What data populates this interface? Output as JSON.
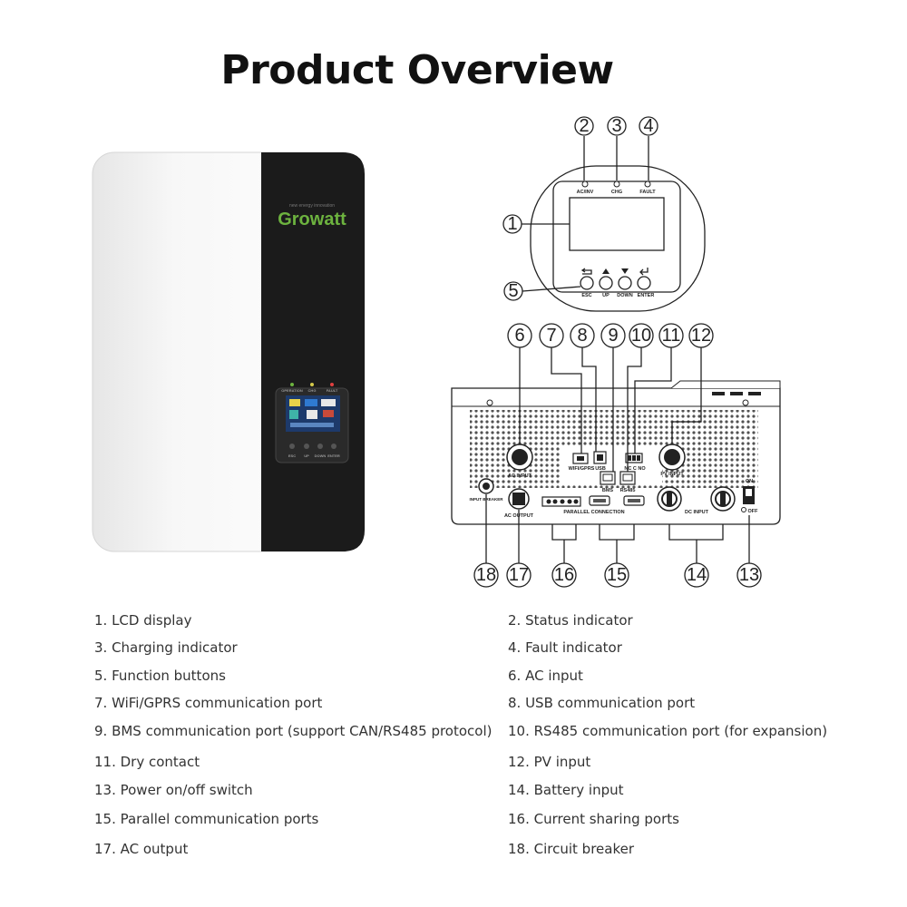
{
  "title": "Product Overview",
  "brand": "Growatt",
  "brand_tagline": "new energy innovation",
  "front_panel": {
    "indicators": [
      "AC/INV",
      "CHG",
      "FAULT"
    ],
    "buttons": [
      "ESC",
      "UP",
      "DOWN",
      "ENTER"
    ]
  },
  "panel_device_labels": {
    "indicators": [
      "OPERATION",
      "CHG",
      "FAULT"
    ],
    "buttons": [
      "ESC",
      "UP",
      "DOWN",
      "ENTER"
    ]
  },
  "bottom_labels": {
    "ac_input": "AC INPUT",
    "wifi": "WIFI/GPRS",
    "usb": "USB",
    "dry_contact": "NC C NO",
    "pv_input": "PV INPUT",
    "bms": "BMS",
    "rs485": "RS485",
    "ac_output": "AC OUTPUT",
    "parallel": "PARALLEL CONNECTION",
    "dc_input": "DC INPUT",
    "on": "ON",
    "off": "OFF",
    "breaker": "INPUT BREAKER"
  },
  "callouts": {
    "c1": "1",
    "c2": "2",
    "c3": "3",
    "c4": "4",
    "c5": "5",
    "c6": "6",
    "c7": "7",
    "c8": "8",
    "c9": "9",
    "c10": "10",
    "c11": "11",
    "c12": "12",
    "c13": "13",
    "c14": "14",
    "c15": "15",
    "c16": "16",
    "c17": "17",
    "c18": "18"
  },
  "legend": [
    "1. LCD display",
    "2. Status indicator",
    "3. Charging indicator",
    "4. Fault indicator",
    "5. Function buttons",
    "6. AC input",
    "7. WiFi/GPRS communication port",
    "8. USB communication port",
    "9. BMS communication port (support CAN/RS485 protocol)",
    "10. RS485 communication port (for expansion)",
    "11. Dry contact",
    "12. PV input",
    "13. Power on/off switch",
    "14. Battery input",
    "15. Parallel communication ports",
    "16. Current sharing ports",
    "17. AC output",
    "18. Circuit breaker"
  ]
}
